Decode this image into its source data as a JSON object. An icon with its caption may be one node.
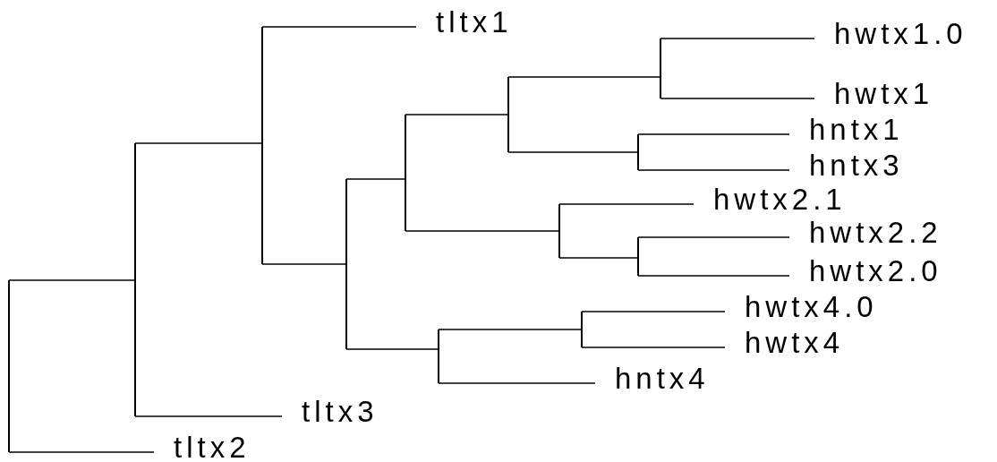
{
  "diagram": {
    "nodes": [
      {
        "text": [],
        "shape": "bar"
      },
      {
        "text": [],
        "shape": "bar"
      },
      {
        "text": [],
        "shape": "bar"
      },
      {
        "text": [
          "tltx1"
        ]
      },
      {
        "text": [],
        "shape": "bar"
      },
      {
        "text": [],
        "shape": "bar"
      },
      {
        "text": [],
        "shape": "bar"
      },
      {
        "text": [],
        "shape": "bar"
      },
      {
        "text": [
          "hwtx1.0"
        ]
      },
      {
        "text": [
          "hwtx1"
        ]
      },
      {
        "text": [],
        "shape": "bar"
      },
      {
        "text": [
          "hntx1"
        ]
      },
      {
        "text": [
          "hntx3"
        ]
      },
      {
        "text": [],
        "shape": "bar"
      },
      {
        "text": [
          "hwtx2.1"
        ]
      },
      {
        "text": [],
        "shape": "bar"
      },
      {
        "text": [
          "hwtx2.2"
        ]
      },
      {
        "text": [
          "hwtx2.0"
        ]
      },
      {
        "text": [],
        "shape": "bar"
      },
      {
        "text": [],
        "shape": "bar"
      },
      {
        "text": [
          "hwtx4.0"
        ]
      },
      {
        "text": [
          "hwtx4"
        ]
      },
      {
        "text": [
          "hntx4"
        ]
      },
      {
        "text": [
          "tltx3"
        ]
      },
      {
        "text": [
          "tltx2"
        ]
      }
    ],
    "edges": [
      {
        "from": 0,
        "to": 1,
        "arrow": "none"
      },
      {
        "from": 0,
        "to": 24,
        "arrow": "none"
      },
      {
        "from": 1,
        "to": 2,
        "arrow": "none"
      },
      {
        "from": 1,
        "to": 23,
        "arrow": "none"
      },
      {
        "from": 2,
        "to": 3,
        "arrow": "none"
      },
      {
        "from": 2,
        "to": 4,
        "arrow": "none"
      },
      {
        "from": 4,
        "to": 5,
        "arrow": "none"
      },
      {
        "from": 4,
        "to": 18,
        "arrow": "none"
      },
      {
        "from": 5,
        "to": 6,
        "arrow": "none"
      },
      {
        "from": 5,
        "to": 13,
        "arrow": "none"
      },
      {
        "from": 6,
        "to": 7,
        "arrow": "none"
      },
      {
        "from": 6,
        "to": 10,
        "arrow": "none"
      },
      {
        "from": 7,
        "to": 8,
        "arrow": "none"
      },
      {
        "from": 7,
        "to": 9,
        "arrow": "none"
      },
      {
        "from": 10,
        "to": 11,
        "arrow": "none"
      },
      {
        "from": 10,
        "to": 12,
        "arrow": "none"
      },
      {
        "from": 13,
        "to": 14,
        "arrow": "none"
      },
      {
        "from": 13,
        "to": 15,
        "arrow": "none"
      },
      {
        "from": 15,
        "to": 16,
        "arrow": "none"
      },
      {
        "from": 15,
        "to": 17,
        "arrow": "none"
      },
      {
        "from": 18,
        "to": 19,
        "arrow": "none"
      },
      {
        "from": 18,
        "to": 22,
        "arrow": "none"
      },
      {
        "from": 19,
        "to": 20,
        "arrow": "none"
      },
      {
        "from": 19,
        "to": 21,
        "arrow": "none"
      }
    ]
  }
}
